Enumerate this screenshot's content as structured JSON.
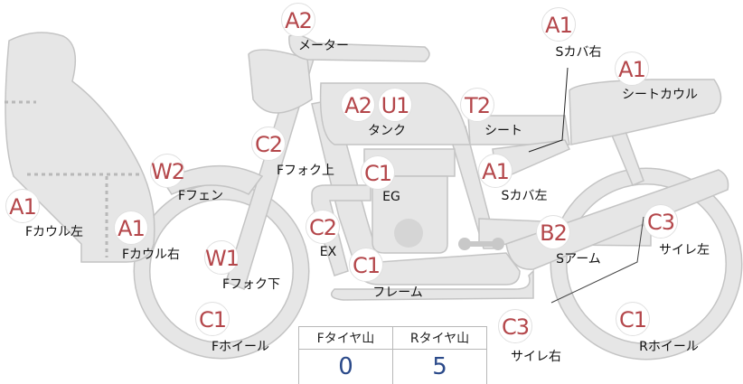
{
  "parts": [
    {
      "codes": [
        "A2"
      ],
      "label": "メーター"
    },
    {
      "codes": [
        "A1"
      ],
      "label": "Sカバ右"
    },
    {
      "codes": [
        "A1"
      ],
      "label": "シートカウル"
    },
    {
      "codes": [
        "A2",
        "U1"
      ],
      "label": "タンク"
    },
    {
      "codes": [
        "T2"
      ],
      "label": "シート"
    },
    {
      "codes": [
        "C2"
      ],
      "label": "Fフォク上"
    },
    {
      "codes": [
        "W2"
      ],
      "label": "Fフェン"
    },
    {
      "codes": [
        "C1"
      ],
      "label": "EG"
    },
    {
      "codes": [
        "A1"
      ],
      "label": "Sカバ左"
    },
    {
      "codes": [
        "A1"
      ],
      "label": "Fカウル左"
    },
    {
      "codes": [
        "A1"
      ],
      "label": "Fカウル右"
    },
    {
      "codes": [
        "C2"
      ],
      "label": "EX"
    },
    {
      "codes": [
        "B2"
      ],
      "label": "Sアーム"
    },
    {
      "codes": [
        "C3"
      ],
      "label": "サイレ左"
    },
    {
      "codes": [
        "W1"
      ],
      "label": "Fフォク下"
    },
    {
      "codes": [
        "C1"
      ],
      "label": "フレーム"
    },
    {
      "codes": [
        "C1"
      ],
      "label": "Fホイール"
    },
    {
      "codes": [
        "C3"
      ],
      "label": "サイレ右"
    },
    {
      "codes": [
        "C1"
      ],
      "label": "Rホイール"
    }
  ],
  "tire_table": {
    "front_header": "Fタイヤ山",
    "rear_header": "Rタイヤ山",
    "front_value": "0",
    "rear_value": "5"
  },
  "colors": {
    "code": "#b4474b",
    "part_fill": "#e6e6e6",
    "value": "#2b4a8a"
  }
}
